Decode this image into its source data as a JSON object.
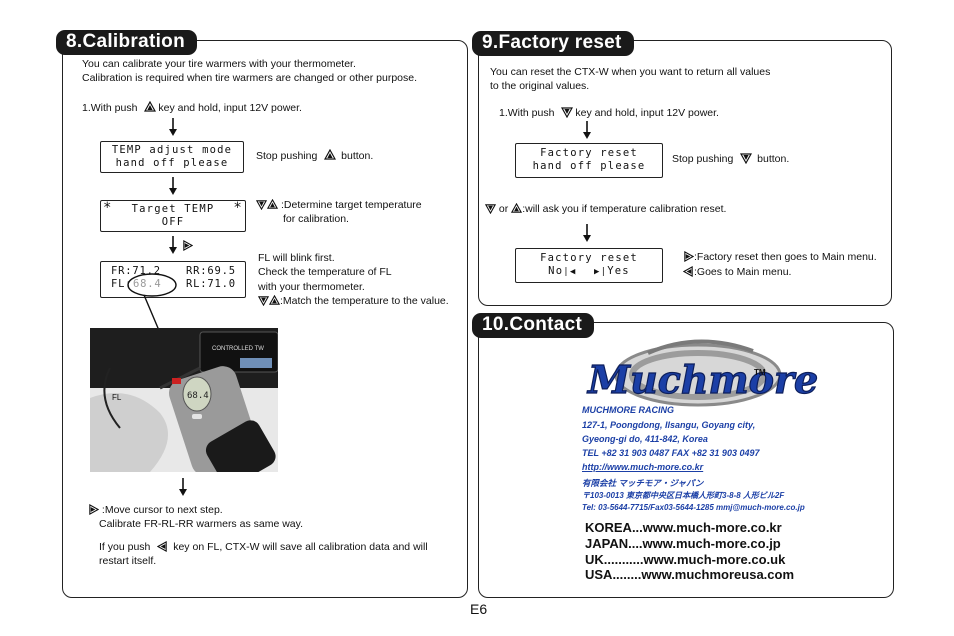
{
  "page_number": "E6",
  "calibration": {
    "title": "8.Calibration",
    "intro_line1": "You can calibrate your tire warmers with your thermometer.",
    "intro_line2": "Calibration is required when tire warmers are changed or other purpose.",
    "step1_pre": "1.With push",
    "step1_post": "key and hold, input 12V power.",
    "lcd1_line1": "TEMP adjust mode",
    "lcd1_line2": "hand off please",
    "stop_pre": "Stop pushing",
    "stop_post": "button.",
    "lcd2_line1": "Target TEMP",
    "lcd2_line2": "OFF",
    "lcd2_star": "*",
    "determine_line1": ":Determine target temperature",
    "determine_line2": "for calibration.",
    "lcd3_fr": "FR:71.2",
    "lcd3_rr": "RR:69.5",
    "lcd3_fl_label": "FL:",
    "lcd3_fl_value": "68.4",
    "lcd3_rl": "RL:71.0",
    "blink_line1": "FL will blink first.",
    "blink_line2": "Check the temperature of FL",
    "blink_line3": "with your thermometer.",
    "blink_line4": ":Match the temperature to the value.",
    "photo_label": "FL",
    "photo_display": "68.4",
    "next_line1": ":Move cursor to next step.",
    "next_line2": "Calibrate FR-RL-RR warmers as same way.",
    "save_line1_pre": "If you push",
    "save_line1_post": "key on FL, CTX-W will save all calibration data and will",
    "save_line2": "restart itself."
  },
  "factory": {
    "title": "9.Factory reset",
    "intro_line1": "You can reset the CTX-W when you want to return all values",
    "intro_line2": "to the original values.",
    "step1_pre": "1.With push",
    "step1_post": "key and hold, input 12V power.",
    "lcd1_line1": "Factory reset",
    "lcd1_line2": "hand off please",
    "stop_pre": "Stop pushing",
    "stop_post": "button.",
    "ask_mid": "or",
    "ask_post": ":will ask you if temperature calibration reset.",
    "lcd2_line1": "Factory reset",
    "lcd2_no": "No",
    "lcd2_yes": "Yes",
    "right_line1": ":Factory reset then goes to Main menu.",
    "left_line1": ":Goes to Main menu."
  },
  "contact": {
    "title": "10.Contact",
    "logo_text": "Muchmore",
    "logo_tm": "TM",
    "company": "MUCHMORE RACING",
    "addr1": "127-1, Poongdong, Ilsangu, Goyang city,",
    "addr2": "Gyeong-gi do, 411-842, Korea",
    "tel": "TEL +82 31 903 0487     FAX +82 31 903 0497",
    "web": "http://www.much-more.co.kr",
    "jp_company": "有限会社 マッチモア・ジャパン",
    "jp_addr": "〒103-0013 東京都中央区日本橋人形町3-8-8 人形ビル2F",
    "jp_tel": "Tel: 03-5644-7715/Fax03-5644-1285    mmj@much-more.co.jp",
    "urls": [
      "KOREA...www.much-more.co.kr",
      "JAPAN....www.much-more.co.jp",
      "UK...........www.much-more.co.uk",
      "USA........www.muchmoreusa.com"
    ]
  },
  "colors": {
    "title_bg": "#1a1a1a",
    "logo_blue": "#1b3fa6",
    "panel_border": "#222222"
  }
}
